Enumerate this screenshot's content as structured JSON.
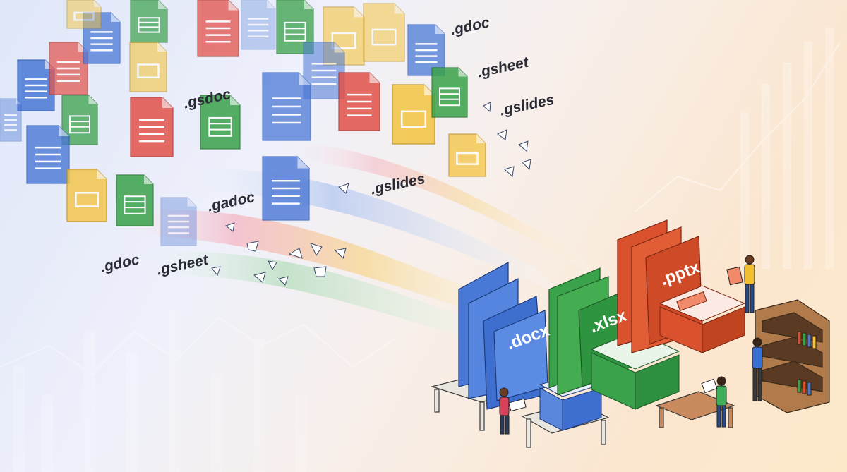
{
  "cloud_labels": [
    ".gdoc",
    ".gsheet",
    ".gslides",
    ".gsdoc",
    ".gslides",
    ".gadoc",
    ".gdoc",
    ".gsheet"
  ],
  "office_labels": [
    ".docx",
    ".xlsx",
    ".pptx"
  ],
  "colors": {
    "doc_blue": "#4a78d6",
    "sheet_green": "#3aa24a",
    "slide_yellow": "#f4c542",
    "pdf_red": "#e2524a",
    "pptx_orange": "#d9522d"
  },
  "icons": [
    "document-icon",
    "spreadsheet-icon",
    "slides-icon"
  ]
}
